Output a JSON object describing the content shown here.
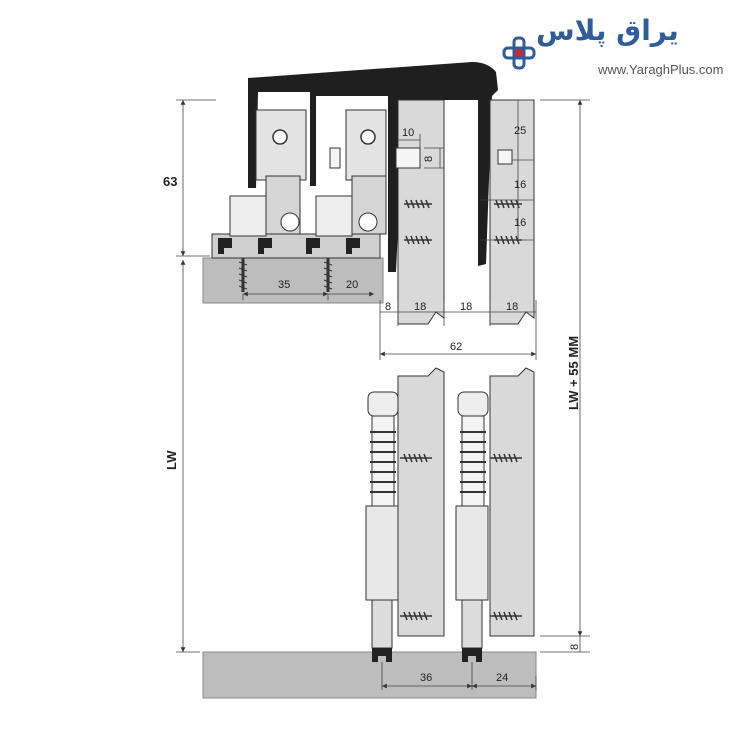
{
  "brand": {
    "name_fa": "یراق پلاس",
    "url": "www.YaraghPlus.com",
    "primary_color": "#2f5c9a",
    "accent_color": "#d8232a",
    "icon": "plus-icon"
  },
  "colors": {
    "panel": "#d9d9d9",
    "board": "#bdbdbd",
    "profile": "#1f1f1f",
    "line": "#333333"
  },
  "dimensions": {
    "top_height": "63",
    "side_height": "LW",
    "total_height": "LW + 55 MM",
    "screw_spacing": "35",
    "screw_offset": "20",
    "gap_left": "8",
    "panel_front": "18",
    "panel_gap": "18",
    "panel_back": "18",
    "overall_width": "62",
    "offset_10": "10",
    "pin_8": "8",
    "top_25": "25",
    "mid_16a": "16",
    "mid_16b": "16",
    "bottom_8": "8",
    "bottom_36": "36",
    "bottom_24": "24"
  }
}
